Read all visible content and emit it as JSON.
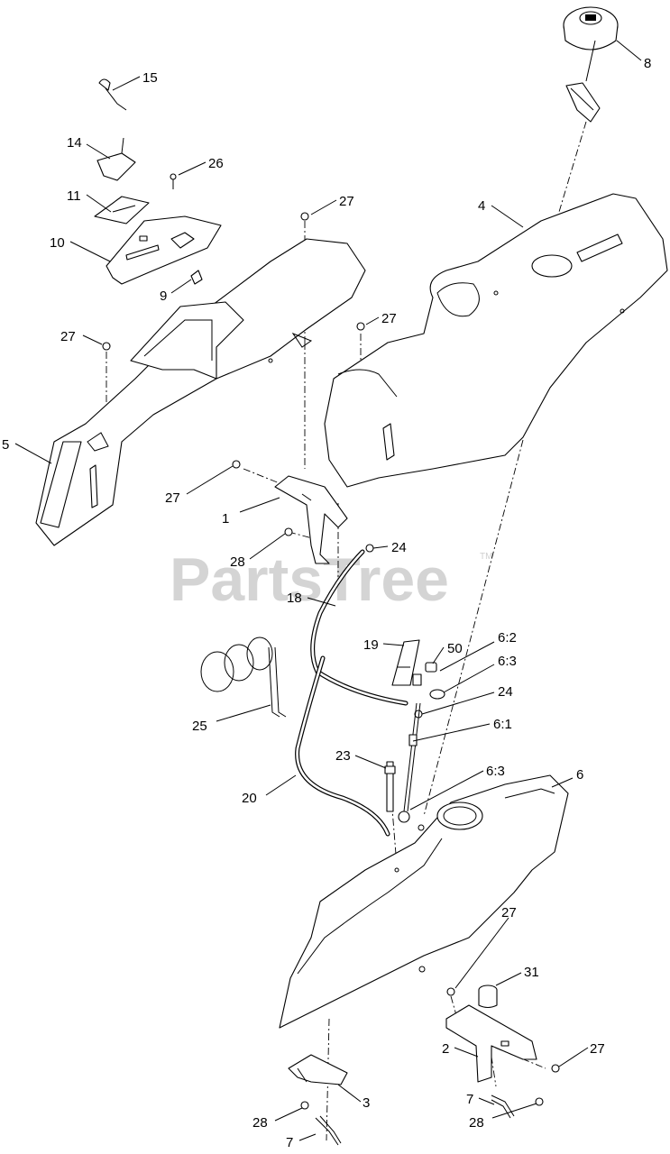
{
  "watermark": {
    "brand": "PartsTree",
    "trademark": "TM"
  },
  "callouts": [
    {
      "id": "15",
      "label": "15"
    },
    {
      "id": "14",
      "label": "14"
    },
    {
      "id": "26",
      "label": "26"
    },
    {
      "id": "11",
      "label": "11"
    },
    {
      "id": "10",
      "label": "10"
    },
    {
      "id": "9",
      "label": "9"
    },
    {
      "id": "27a",
      "label": "27"
    },
    {
      "id": "27b",
      "label": "27"
    },
    {
      "id": "27c",
      "label": "27"
    },
    {
      "id": "27d",
      "label": "27"
    },
    {
      "id": "27e",
      "label": "27"
    },
    {
      "id": "27f",
      "label": "27"
    },
    {
      "id": "8",
      "label": "8"
    },
    {
      "id": "4",
      "label": "4"
    },
    {
      "id": "5",
      "label": "5"
    },
    {
      "id": "1",
      "label": "1"
    },
    {
      "id": "28a",
      "label": "28"
    },
    {
      "id": "24a",
      "label": "24"
    },
    {
      "id": "18",
      "label": "18"
    },
    {
      "id": "19",
      "label": "19"
    },
    {
      "id": "50",
      "label": "50"
    },
    {
      "id": "6-2",
      "label": "6:2"
    },
    {
      "id": "6-3a",
      "label": "6:3"
    },
    {
      "id": "24b",
      "label": "24"
    },
    {
      "id": "25",
      "label": "25"
    },
    {
      "id": "6-1",
      "label": "6:1"
    },
    {
      "id": "23",
      "label": "23"
    },
    {
      "id": "6-3b",
      "label": "6:3"
    },
    {
      "id": "6",
      "label": "6"
    },
    {
      "id": "20",
      "label": "20"
    },
    {
      "id": "31",
      "label": "31"
    },
    {
      "id": "2",
      "label": "2"
    },
    {
      "id": "3",
      "label": "3"
    },
    {
      "id": "7a",
      "label": "7"
    },
    {
      "id": "28b",
      "label": "28"
    },
    {
      "id": "28c",
      "label": "28"
    },
    {
      "id": "7b",
      "label": "7"
    }
  ]
}
